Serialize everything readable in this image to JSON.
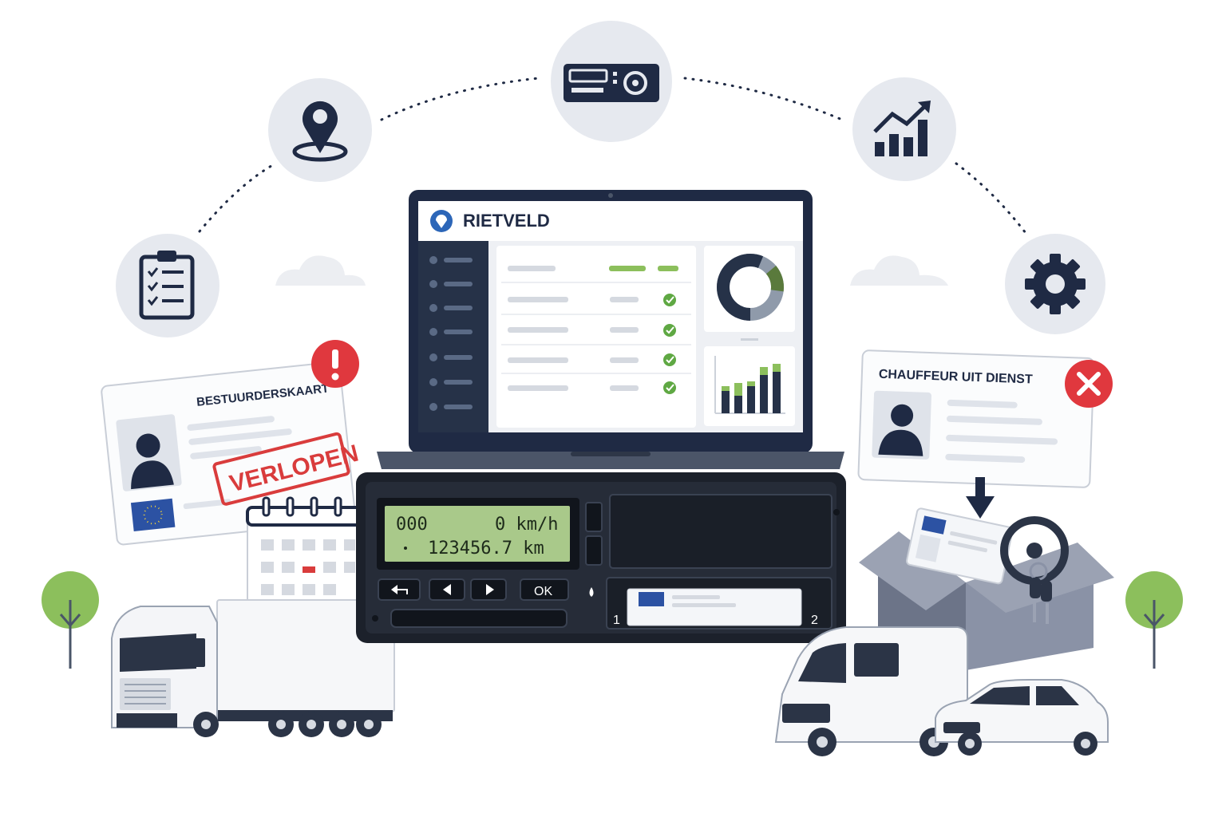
{
  "brand": {
    "name": "RIETVELD"
  },
  "driver_card": {
    "title": "BESTUURDERSKAART",
    "stamp": "VERLOPEN"
  },
  "inactive_card": {
    "title": "CHAUFFEUR UIT DIENST"
  },
  "tachograph": {
    "display_line1_left": "000",
    "display_line1_right": "0 km/h",
    "display_line2": "123456.7 km",
    "ok_label": "OK",
    "slot1_label": "1",
    "slot2_label": "2"
  },
  "icons": [
    "location-pin-icon",
    "tachograph-icon",
    "growth-chart-icon",
    "clipboard-checklist-icon",
    "gear-icon",
    "alert-icon",
    "close-icon"
  ],
  "colors": {
    "navy": "#1f2a44",
    "alert_red": "#e0383e",
    "check_green": "#5fa843",
    "lcd_green": "#a9c98a",
    "icon_circle": "#e6e9ef"
  }
}
